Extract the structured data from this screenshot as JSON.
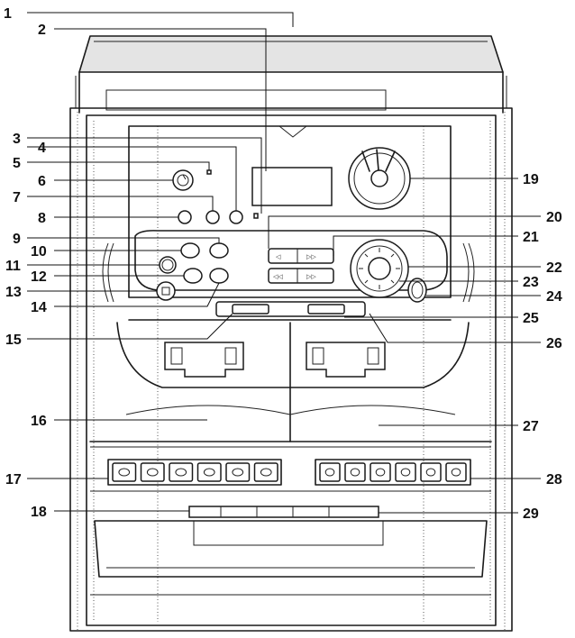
{
  "callouts_left": [
    "1",
    "2",
    "3",
    "4",
    "5",
    "6",
    "7",
    "8",
    "9",
    "10",
    "11",
    "12",
    "13",
    "14",
    "15",
    "16",
    "17",
    "18"
  ],
  "callouts_right": [
    "19",
    "20",
    "21",
    "22",
    "23",
    "24",
    "25",
    "26",
    "27",
    "28",
    "29"
  ]
}
